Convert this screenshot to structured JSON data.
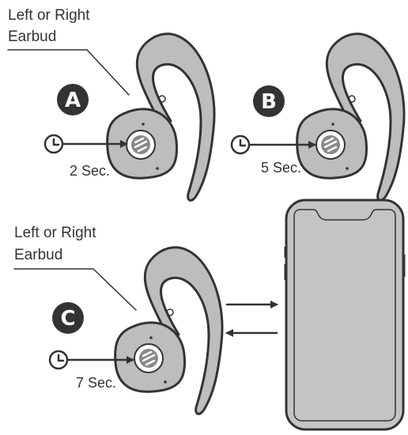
{
  "colors": {
    "ink": "#333333",
    "earbud_fill": "#bdbdbd",
    "earbud_stroke": "#333333",
    "button_fill": "#ffffff",
    "logo_fill": "#8a8a8a",
    "badge_fill": "#333333",
    "phone_fill": "#c4c4c4"
  },
  "callouts": {
    "top": {
      "line1": "Left or Right",
      "line2": "Earbud"
    },
    "bottom": {
      "line1": "Left or Right",
      "line2": "Earbud"
    }
  },
  "steps": [
    {
      "badge": "A",
      "duration": "2 Sec."
    },
    {
      "badge": "B",
      "duration": "5 Sec."
    },
    {
      "badge": "C",
      "duration": "7 Sec."
    }
  ],
  "icons": {
    "timer": "clock-icon",
    "button_logo": "brand-logo-icon",
    "pairing_arrows": "bidirectional-arrows-icon",
    "device": "smartphone-icon"
  }
}
